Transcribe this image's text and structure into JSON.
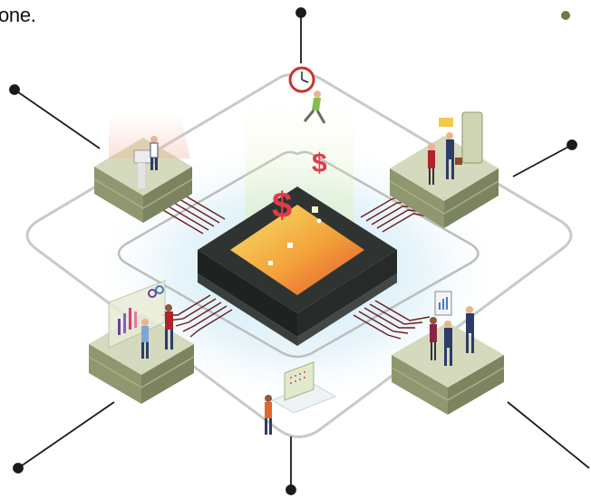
{
  "caption": "one.",
  "colors": {
    "outer_ring": "#c9c9c9",
    "connector_line": "#1a1a1a",
    "chip_body": "#2f3433",
    "chip_core_top": "#f4c542",
    "chip_core_bottom": "#e8682b",
    "platform_top": "#d5d9bd",
    "platform_side": "#7b845e",
    "trace": "#6b1d1d",
    "dollar": "#e23a4a",
    "accent_dot": "#6e7a44"
  },
  "icons": [
    "clock-icon",
    "dollar-icon",
    "runner-figure",
    "presenter-figure",
    "business-team-figures",
    "analytics-team-figures",
    "meeting-team-figures",
    "terminal-operator-figure"
  ]
}
